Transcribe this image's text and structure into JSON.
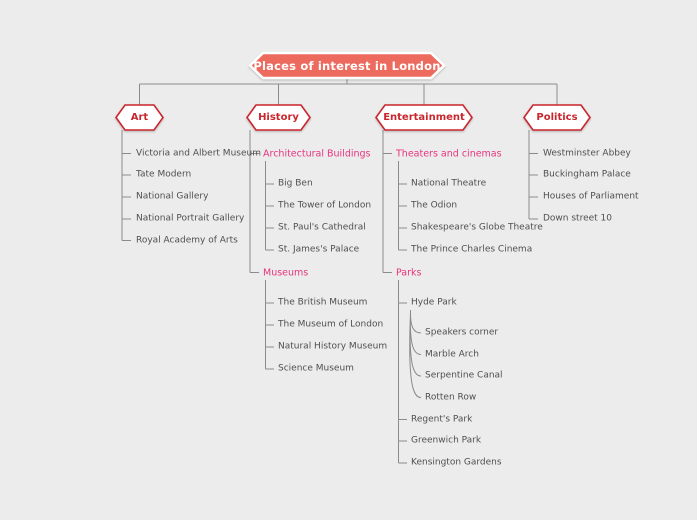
{
  "title": "Places of interest in London",
  "colors": {
    "background": "#ececec",
    "root_fill": "#ed6a5e",
    "root_text": "#ffffff",
    "branch_border": "#c9272e",
    "branch_text": "#c9272e",
    "category_text": "#e8357e",
    "item_text": "#4f4f4f",
    "connector": "#8b8b8b"
  },
  "branches": [
    {
      "label": "Art",
      "items": [
        "Victoria and Albert Museum",
        "Tate Modern",
        "National Gallery",
        "National Portrait Gallery",
        "Royal Academy of Arts"
      ]
    },
    {
      "label": "History",
      "groups": [
        {
          "label": "Architectural Buildings",
          "items": [
            "Big Ben",
            "The Tower of London",
            "St. Paul's Cathedral",
            "St. James's Palace"
          ]
        },
        {
          "label": "Museums",
          "items": [
            "The British Museum",
            "The Museum of London",
            "Natural History Museum",
            "Science Museum"
          ]
        }
      ]
    },
    {
      "label": "Entertainment",
      "groups": [
        {
          "label": "Theaters and cinemas",
          "items": [
            "National Theatre",
            "The Odion",
            "Shakespeare's Globe Theatre",
            "The Prince Charles Cinema"
          ]
        },
        {
          "label": "Parks",
          "items": [
            "Hyde Park",
            "Regent's Park",
            "Greenwich Park",
            "Kensington Gardens"
          ],
          "hyde_park_children": [
            "Speakers corner",
            "Marble Arch",
            "Serpentine Canal",
            "Rotten Row"
          ]
        }
      ]
    },
    {
      "label": "Politics",
      "items": [
        "Westminster Abbey",
        "Buckingham Palace",
        "Houses of Parliament",
        "Down street 10"
      ]
    }
  ]
}
